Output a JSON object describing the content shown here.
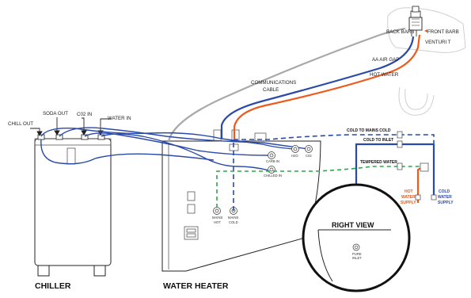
{
  "labels": {
    "chiller": "CHILLER",
    "water_heater": "WATER HEATER",
    "right_view": "RIGHT VIEW",
    "chill_out": "CHILL OUT",
    "soda_out": "SODA OUT",
    "co2_in": "C02 IN",
    "water_in": "WATER IN",
    "back_barb": "BACK BARB",
    "front_barb": "FRONT BARB",
    "venturi": "VENTURI T",
    "aa_air_gap": "AA AIR GAP",
    "hot_water": "HOT WATER",
    "communications_cable_1": "COMMUNICATIONS",
    "communications_cable_2": "CABLE",
    "cold_to_mains_cold": "COLD TO MAINS COLD",
    "cold_to_inlet": "COLD TO INLET",
    "tempered_water": "TEMPERED WATER",
    "hot_water_supply_1": "HOT",
    "hot_water_supply_2": "WATER",
    "hot_water_supply_3": "SUPPLY",
    "cold_water_supply_1": "COLD",
    "cold_water_supply_2": "WATER",
    "cold_water_supply_3": "SUPPLY",
    "carb_in": "CARB IN",
    "chilled_in": "CHILLED IN",
    "h2o": "H2O",
    "co2": "C02",
    "mains_hot_1": "MAINS",
    "mains_hot_2": "HOT",
    "mains_cold_1": "MAINS",
    "mains_cold_2": "COLD",
    "pure_inlet_1": "PURE",
    "pure_inlet_2": "INLET"
  },
  "colors": {
    "cold_line": "#2a4aa8",
    "hot_line": "#ec5a1c",
    "cable": "#a9a9a9",
    "tempered_line": "#2aa84a"
  }
}
